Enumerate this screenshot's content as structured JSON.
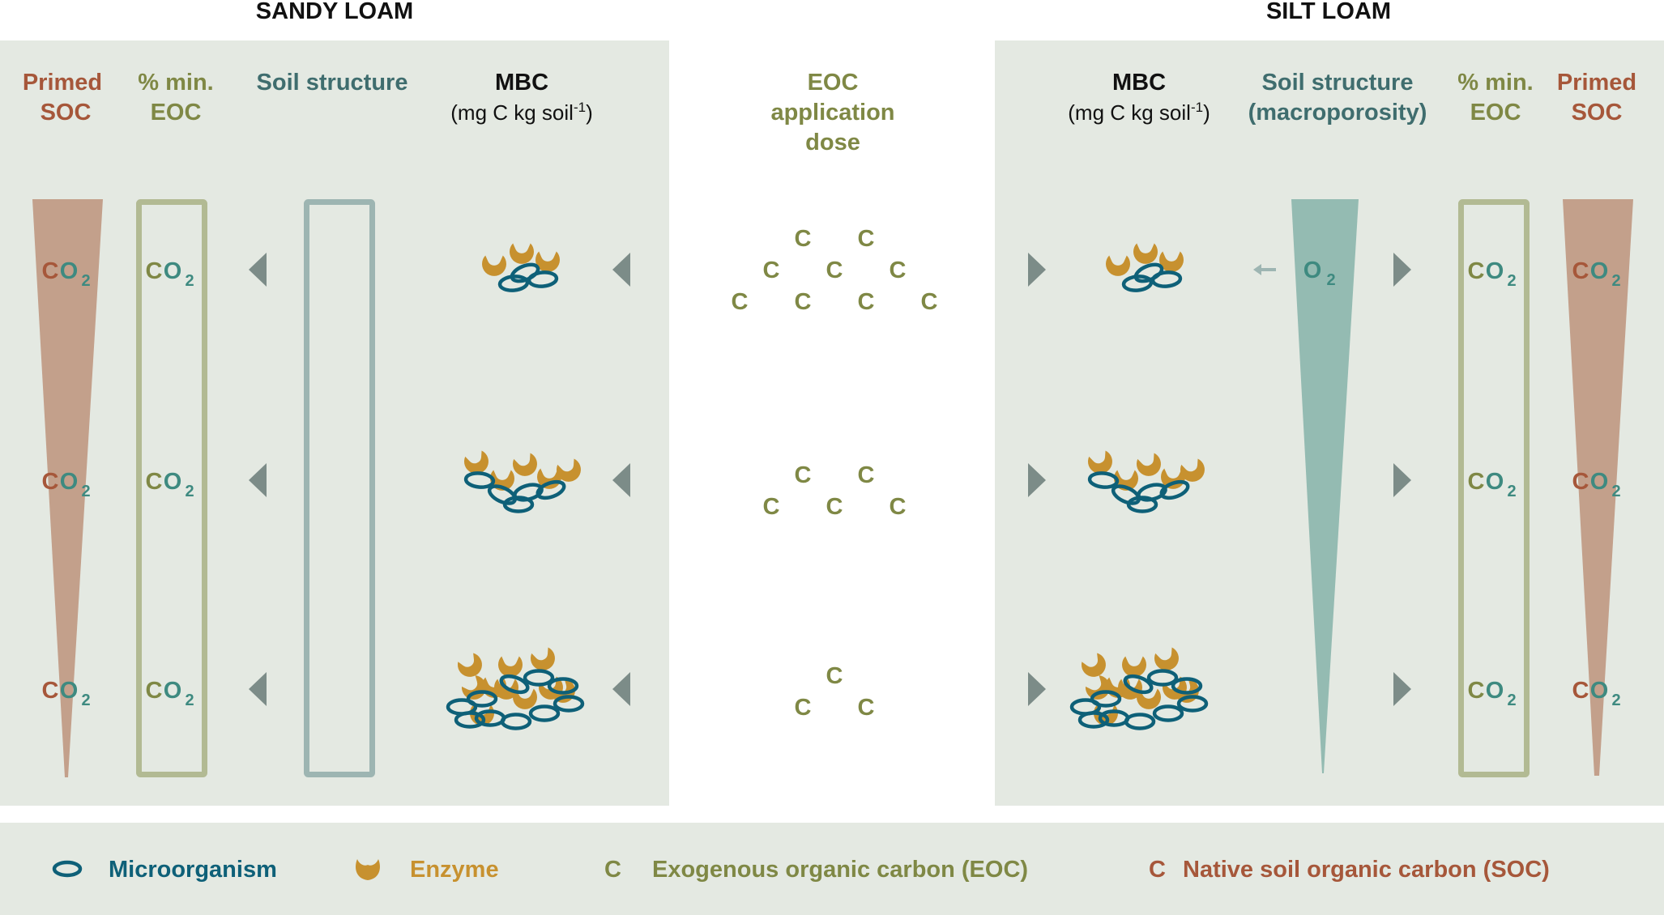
{
  "colors": {
    "panel_bg": "#e4e9e2",
    "soc": "#a6573a",
    "soc_wedge": "#c3a08b",
    "eoc": "#7f8845",
    "eoc_box": "#b2ba93",
    "soil_structure": "#3f6d6e",
    "soil_box": "#9db5b2",
    "o2_wedge": "#94bbb2",
    "o2_text": "#3e8a80",
    "co2_o": "#3e8a80",
    "micro": "#0e6078",
    "enzyme": "#c7912f",
    "arrow": "#7c8c88",
    "black": "#111111"
  },
  "titles": {
    "sandy": "SANDY LOAM",
    "silt": "SILT LOAM"
  },
  "left_headers": {
    "primed_soc": [
      "Primed",
      "SOC"
    ],
    "min_eoc": [
      "% min.",
      "EOC"
    ],
    "soil_structure": [
      "Soil structure"
    ],
    "mbc": "MBC",
    "mbc_unit": "(mg C kg soil",
    "mbc_unit_exp": "-1",
    "mbc_unit_close": ")"
  },
  "center_header": [
    "EOC",
    "application",
    "dose"
  ],
  "right_headers": {
    "mbc": "MBC",
    "mbc_unit": "(mg C kg soil",
    "mbc_unit_exp": "-1",
    "mbc_unit_close": ")",
    "soil_structure": [
      "Soil structure",
      "(macroporosity)"
    ],
    "min_eoc": [
      "% min.",
      "EOC"
    ],
    "primed_soc": [
      "Primed",
      "SOC"
    ]
  },
  "co2": {
    "c": "C",
    "o": "O",
    "sub": "2"
  },
  "o2": {
    "o": "O",
    "sub": "2"
  },
  "carbon_symbol": "C",
  "dose_levels": [
    {
      "level": "high",
      "rows": [
        2,
        3,
        4
      ]
    },
    {
      "level": "medium",
      "rows": [
        2,
        3
      ]
    },
    {
      "level": "low",
      "rows": [
        1,
        2
      ]
    }
  ],
  "mbc_levels": [
    {
      "level": "low",
      "microorganisms": 3,
      "enzymes": 3
    },
    {
      "level": "medium",
      "microorganisms": 5,
      "enzymes": 6
    },
    {
      "level": "high",
      "microorganisms": 12,
      "enzymes": 10
    }
  ],
  "legend": [
    {
      "icon": "microorganism-icon",
      "label": "Microorganism"
    },
    {
      "icon": "enzyme-icon",
      "label": "Enzyme"
    },
    {
      "icon": "C",
      "label": "Exogenous organic carbon (EOC)"
    },
    {
      "icon": "C",
      "label": "Native soil organic carbon (SOC)"
    }
  ]
}
